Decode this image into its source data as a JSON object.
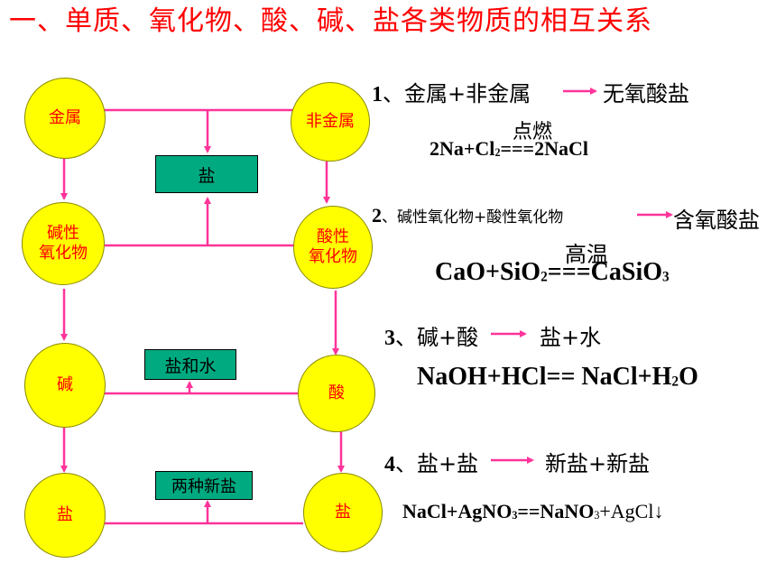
{
  "title": "一、单质、氧化物、酸、碱、盐各类物质的相互关系",
  "nodes": {
    "metal": "金属",
    "nonmetal": "非金属",
    "basic_oxide": "碱性\n氧化物",
    "acidic_oxide": "酸性\n氧化物",
    "base": "碱",
    "acid": "酸",
    "salt_left": "盐",
    "salt_right": "盐"
  },
  "products": {
    "salt": "盐",
    "salt_water": "盐和水",
    "two_new_salts": "两种新盐"
  },
  "reactions": [
    {
      "num": "1",
      "lhs": "、金属+非金属",
      "rhs": "无氧酸盐",
      "condition": "点燃",
      "eq_a": "2Na+Cl",
      "eq_a_sub": "2",
      "eq_b": "===2NaCl"
    },
    {
      "num": "2",
      "lhs": "、碱性氧化物+酸性氧化物",
      "rhs": "含氧酸盐",
      "condition": "高温",
      "eq_a": "CaO+SiO",
      "eq_a_sub": "2",
      "eq_b": "===CaSiO",
      "eq_b_sub": "3"
    },
    {
      "num": "3",
      "lhs": "、碱+酸",
      "rhs": "盐+水",
      "eq_a": "NaOH+HCl== NaCl+H",
      "eq_a_sub": "2",
      "eq_b": "O"
    },
    {
      "num": "4",
      "lhs": "、盐+盐",
      "rhs": "新盐+新盐",
      "eq_a": "NaCl+AgNO",
      "eq_a_sub": "3",
      "eq_b": "==NaNO",
      "eq_b_sub": "3",
      "eq_c": "+AgCl",
      "eq_arrow": "↓"
    }
  ],
  "colors": {
    "title": "#ff0000",
    "node_fill": "#ffff00",
    "line": "#ff3399",
    "box": "#00aa80"
  }
}
